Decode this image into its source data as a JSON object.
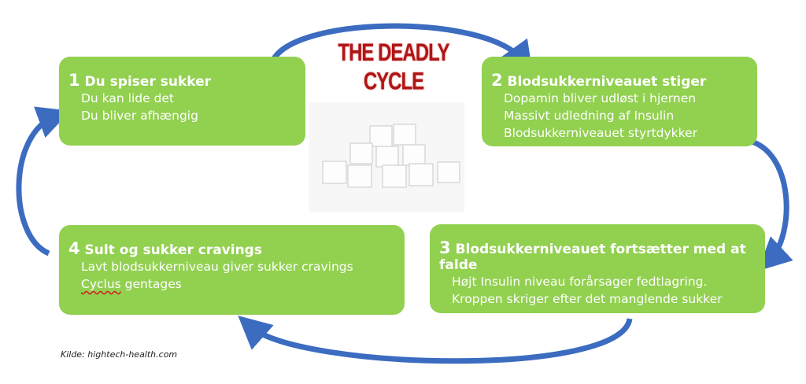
{
  "title": "THE DEADLY CYCLE",
  "steps": [
    {
      "num": "1",
      "heading": "Du spiser sukker",
      "lines": [
        "Du kan lide det",
        "Du bliver afhængig"
      ]
    },
    {
      "num": "2",
      "heading": "Blodsukkerniveauet stiger",
      "lines": [
        "Dopamin bliver udløst i hjernen",
        "Massivt udledning af Insulin",
        "Blodsukkerniveauet styrtdykker"
      ]
    },
    {
      "num": "3",
      "heading": "Blodsukkerniveauet fortsætter med at falde",
      "lines": [
        "Højt Insulin niveau forårsager fedtlagring.",
        "Kroppen skriger efter det manglende sukker"
      ]
    },
    {
      "num": "4",
      "heading": "Sult og sukker cravings",
      "lines": [
        "Lavt blodsukkerniveau giver sukker cravings"
      ],
      "last_word": "Cyclus",
      "last_rest": " gentages"
    }
  ],
  "source": "Kilde: hightech-health.com",
  "colors": {
    "box": "#92d050",
    "arrow": "#3c6cc0",
    "title": "#b01515"
  }
}
